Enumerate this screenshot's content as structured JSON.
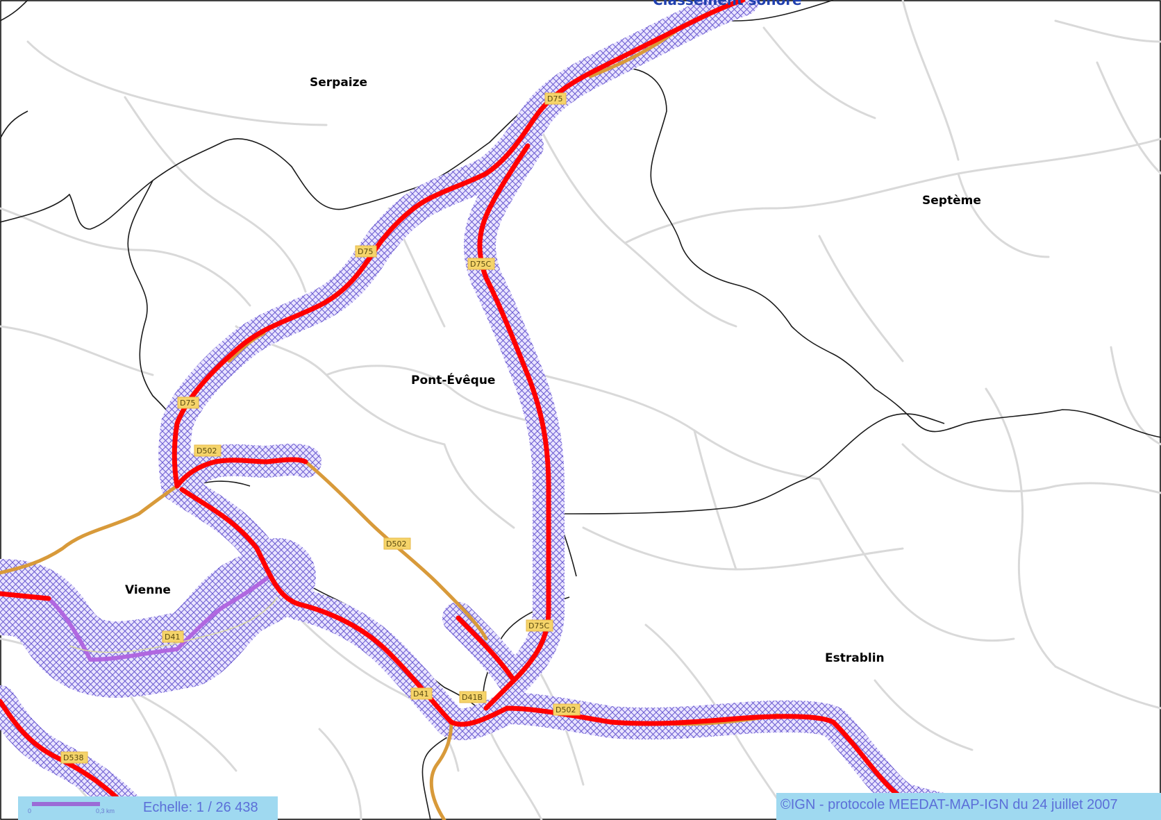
{
  "title": "Classement sonore",
  "communes": {
    "serpaize": "Serpaize",
    "septeme": "Septème",
    "pont_eveque": "Pont-Évêque",
    "vienne": "Vienne",
    "estrablin": "Estrablin"
  },
  "road_labels": {
    "d75_a": "D75",
    "d75_b": "D75",
    "d75_c": "D75",
    "d75c_a": "D75C",
    "d75c_b": "D75C",
    "d502_a": "D502",
    "d502_b": "D502",
    "d502_c": "D502",
    "d41_a": "D41",
    "d41_b": "D41",
    "d41b": "D41B",
    "d538": "D538"
  },
  "scale": {
    "text": "Echelle: 1 / 26 438",
    "tick_start": "0",
    "tick_end": "0,3 km"
  },
  "copyright": "©IGN - protocole MEEDAT-MAP-IGN du 24 juillet 2007",
  "colors": {
    "road_red": "#ff0000",
    "road_orange": "#d89a3a",
    "road_purple": "#b067e0",
    "buffer_hatch": "#6a5ad0",
    "boundary": "#000000",
    "minor_road": "#d9d9d9",
    "label_bg": "#f5d46a",
    "info_bg": "#9fd9f0"
  }
}
